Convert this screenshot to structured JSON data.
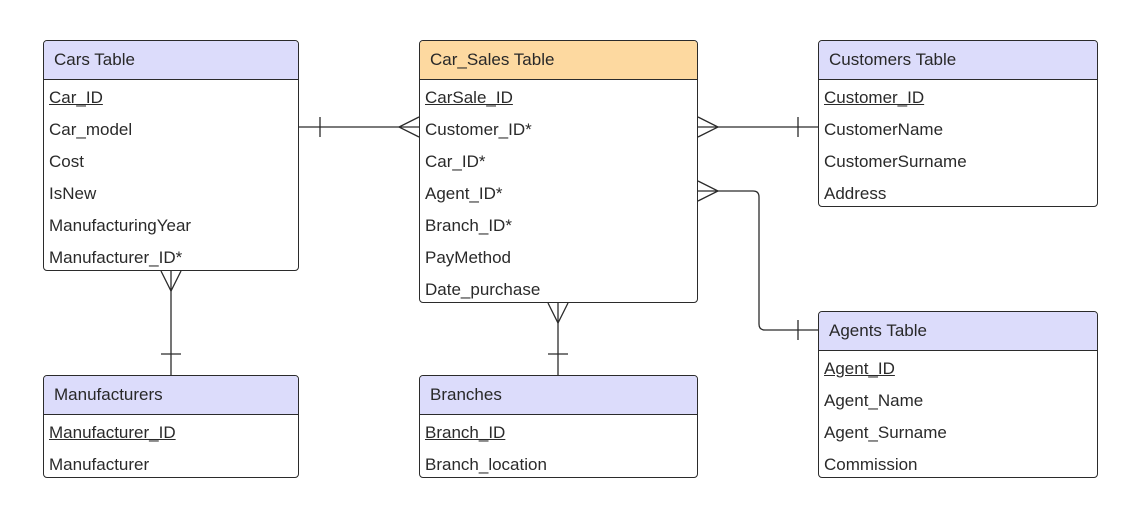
{
  "colors": {
    "header_blue": "#dcdcfb",
    "header_orange": "#fdd9a0",
    "line": "#2b2b2b"
  },
  "tables": [
    {
      "title": "Cars Table",
      "header_color": "blue",
      "fields": [
        {
          "name": "Car_ID",
          "pk": true
        },
        {
          "name": "Car_model",
          "pk": false
        },
        {
          "name": "Cost",
          "pk": false
        },
        {
          "name": "IsNew",
          "pk": false
        },
        {
          "name": "ManufacturingYear",
          "pk": false
        },
        {
          "name": "Manufacturer_ID*",
          "pk": false
        }
      ]
    },
    {
      "title": "Car_Sales Table",
      "header_color": "orange",
      "fields": [
        {
          "name": "CarSale_ID",
          "pk": true
        },
        {
          "name": "Customer_ID*",
          "pk": false
        },
        {
          "name": "Car_ID*",
          "pk": false
        },
        {
          "name": "Agent_ID*",
          "pk": false
        },
        {
          "name": "Branch_ID*",
          "pk": false
        },
        {
          "name": "PayMethod",
          "pk": false
        },
        {
          "name": "Date_purchase",
          "pk": false
        }
      ]
    },
    {
      "title": "Customers Table",
      "header_color": "blue",
      "fields": [
        {
          "name": "Customer_ID",
          "pk": true
        },
        {
          "name": "CustomerName",
          "pk": false
        },
        {
          "name": "CustomerSurname",
          "pk": false
        },
        {
          "name": "Address",
          "pk": false
        }
      ]
    },
    {
      "title": "Manufacturers",
      "header_color": "blue",
      "fields": [
        {
          "name": "Manufacturer_ID",
          "pk": true
        },
        {
          "name": "Manufacturer",
          "pk": false
        }
      ]
    },
    {
      "title": "Branches",
      "header_color": "blue",
      "fields": [
        {
          "name": "Branch_ID",
          "pk": true
        },
        {
          "name": "Branch_location",
          "pk": false
        }
      ]
    },
    {
      "title": "Agents Table",
      "header_color": "blue",
      "fields": [
        {
          "name": "Agent_ID",
          "pk": true
        },
        {
          "name": "Agent_Name",
          "pk": false
        },
        {
          "name": "Agent_Surname",
          "pk": false
        },
        {
          "name": "Commission",
          "pk": false
        }
      ]
    }
  ],
  "relationships": [
    {
      "one": "Cars Table",
      "many": "Car_Sales Table"
    },
    {
      "one": "Customers Table",
      "many": "Car_Sales Table"
    },
    {
      "one": "Agents Table",
      "many": "Car_Sales Table"
    },
    {
      "one": "Manufacturers",
      "many": "Cars Table"
    },
    {
      "one": "Branches",
      "many": "Car_Sales Table"
    }
  ]
}
